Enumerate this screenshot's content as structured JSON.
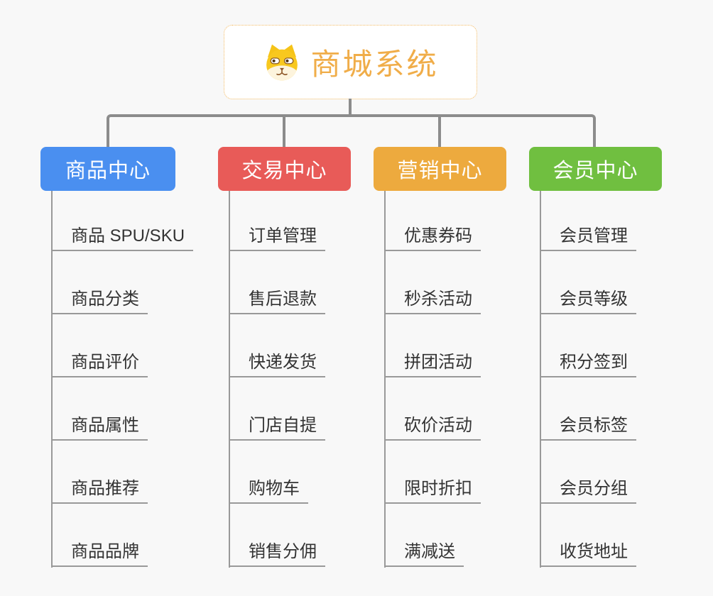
{
  "root": {
    "title": "商城系统",
    "icon": "dog-face"
  },
  "branches": [
    {
      "label": "商品中心",
      "color": "#4a8ff0",
      "children": [
        "商品 SPU/SKU",
        "商品分类",
        "商品评价",
        "商品属性",
        "商品推荐",
        "商品品牌"
      ]
    },
    {
      "label": "交易中心",
      "color": "#e85b58",
      "children": [
        "订单管理",
        "售后退款",
        "快递发货",
        "门店自提",
        "购物车",
        "销售分佣"
      ]
    },
    {
      "label": "营销中心",
      "color": "#edaa3e",
      "children": [
        "优惠券码",
        "秒杀活动",
        "拼团活动",
        "砍价活动",
        "限时折扣",
        "满减送"
      ]
    },
    {
      "label": "会员中心",
      "color": "#70bf40",
      "children": [
        "会员管理",
        "会员等级",
        "积分签到",
        "会员标签",
        "会员分组",
        "收货地址"
      ]
    }
  ],
  "style": {
    "background": "#f8f8f8",
    "connector_color": "#8c8c8c",
    "leaf_line_color": "#999999",
    "leaf_text_color": "#333333",
    "root_accent": "#f0ad49",
    "root_border": "#f3ba62"
  }
}
